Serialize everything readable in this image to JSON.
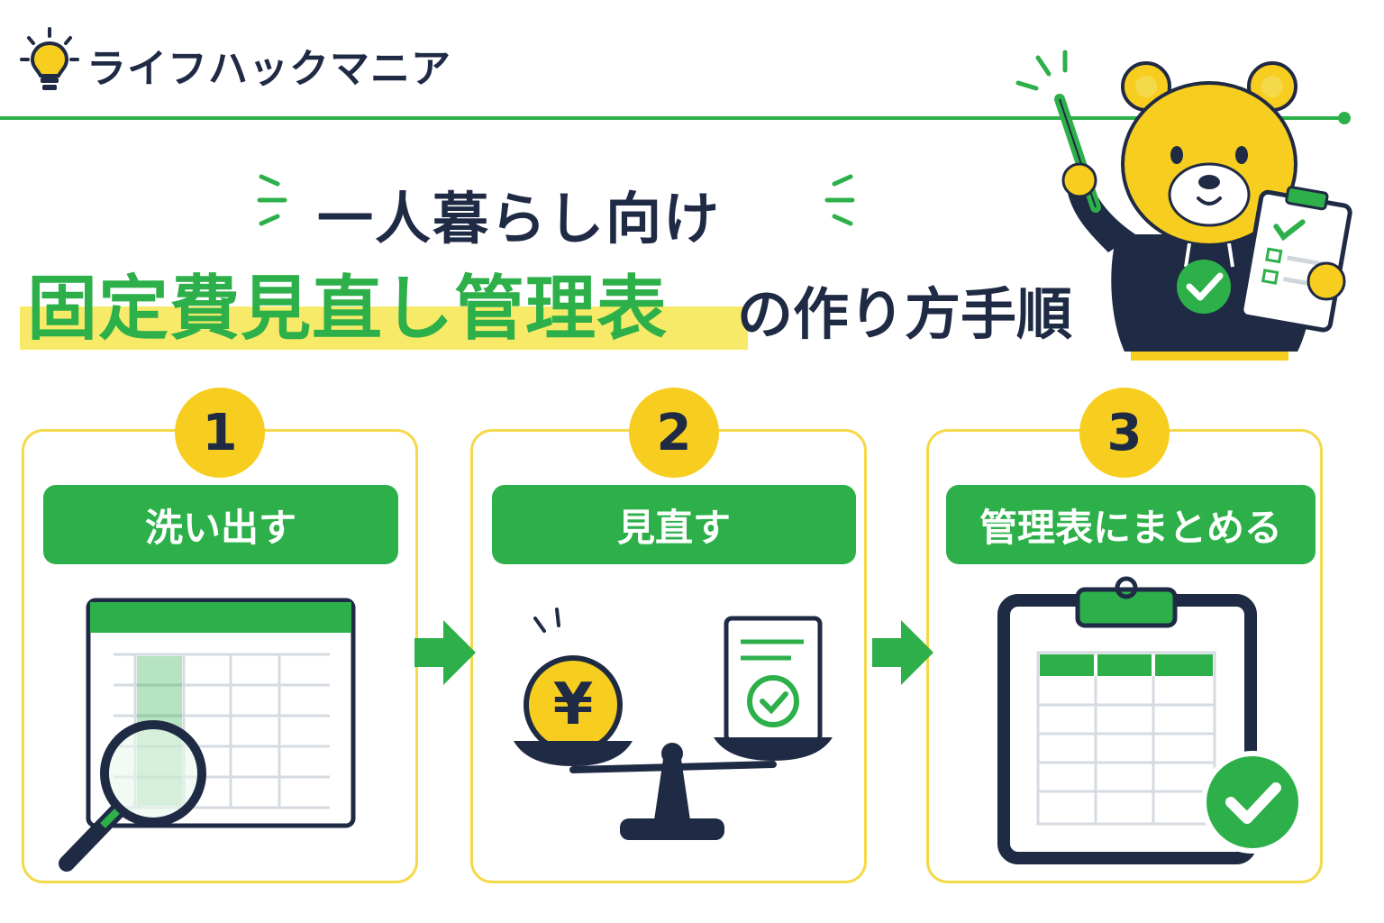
{
  "header": {
    "logo_text": "ライフハックマニア"
  },
  "title": {
    "line1": "一人暮らし向け",
    "main": "固定費見直し管理表",
    "suffix": "の作り方手順"
  },
  "steps": [
    {
      "number": "1",
      "label": "洗い出す"
    },
    {
      "number": "2",
      "label": "見直す"
    },
    {
      "number": "3",
      "label": "管理表にまとめる"
    }
  ],
  "illustrations": {
    "coin_symbol": "¥"
  },
  "colors": {
    "green": "#2db04a",
    "yellow": "#f7ce1f",
    "navy": "#1f2a44",
    "card_border": "#f4d94a"
  },
  "icons": [
    "lightbulb-icon",
    "magnifier-icon",
    "scale-icon",
    "yen-coin-icon",
    "clipboard-icon",
    "check-icon",
    "arrow-right-icon",
    "bear-mascot"
  ]
}
